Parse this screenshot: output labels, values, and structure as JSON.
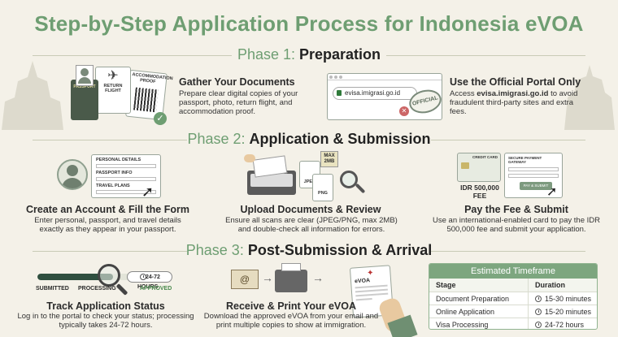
{
  "title": "Step-by-Step Application Process for Indonesia eVOA",
  "phases": [
    {
      "label": "Phase 1:",
      "name": "Preparation",
      "steps": [
        {
          "title": "Gather Your Documents",
          "desc": "Prepare clear digital copies of your passport, photo, return flight, and accommodation proof.",
          "illustration": {
            "passport": "PASSPORT",
            "flight": "RETURN FLIGHT",
            "accommodation": "ACCOMMODATION PROOF"
          }
        },
        {
          "title": "Use the Official Portal Only",
          "desc_prefix": "Access ",
          "desc_url": "evisa.imigrasi.go.id",
          "desc_suffix": " to avoid fraudulent third-party sites and extra fees.",
          "illustration": {
            "url": "evisa.imigrasi.go.id",
            "stamp": "OFFICIAL"
          }
        }
      ]
    },
    {
      "label": "Phase 2:",
      "name": "Application & Submission",
      "steps": [
        {
          "title": "Create an Account & Fill the Form",
          "desc": "Enter personal, passport, and travel details exactly as they appear in your passport.",
          "illustration": {
            "fields": [
              "PERSONAL DETAILS",
              "PASSPORT INFO",
              "TRAVEL PLANS"
            ]
          }
        },
        {
          "title": "Upload Documents & Review",
          "desc": "Ensure all scans are clear (JPEG/PNG, max 2MB) and double-check all information for errors.",
          "illustration": {
            "badge": "MAX 2MB",
            "file1": "JPEG",
            "file2": "PNG"
          }
        },
        {
          "title": "Pay the Fee & Submit",
          "desc": "Use an international-enabled card to pay the IDR 500,000 fee and submit your application.",
          "illustration": {
            "card_title": "CREDIT CARD",
            "fee": "IDR 500,000",
            "fee_label": "FEE",
            "gateway": "SECURE PAYMENT GATEWAY",
            "button": "PAY & SUBMIT"
          }
        }
      ]
    },
    {
      "label": "Phase 3:",
      "name": "Post-Submission & Arrival",
      "steps": [
        {
          "title": "Track Application Status",
          "desc": "Log in to the portal to check your status; processing typically takes 24-72 hours.",
          "illustration": {
            "badge": "24-72 HOURS",
            "statuses": [
              "SUBMITTED",
              "PROCESSING",
              "APPROVED"
            ],
            "progress": 0.62
          }
        },
        {
          "title": "Receive & Print Your eVOA",
          "desc": "Download the approved eVOA from your email and print multiple copies to show at immigration.",
          "illustration": {
            "doc": "eVOA"
          }
        }
      ]
    }
  ],
  "timeframe": {
    "title": "Estimated Timeframe",
    "headers": [
      "Stage",
      "Duration"
    ],
    "rows": [
      {
        "stage": "Document Preparation",
        "duration": "15-30 minutes"
      },
      {
        "stage": "Online Application",
        "duration": "15-20 minutes"
      },
      {
        "stage": "Visa Processing",
        "duration": "24-72 hours"
      }
    ]
  },
  "colors": {
    "accent": "#6e9e72",
    "dark": "#2f4f3f",
    "background": "#f4f1e8",
    "approved": "#4a8a4e"
  }
}
